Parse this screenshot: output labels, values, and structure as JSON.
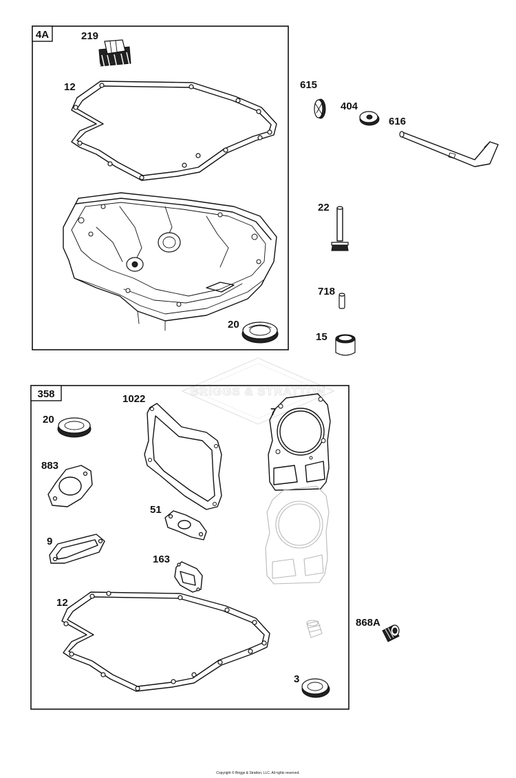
{
  "sections": [
    {
      "tag": "4A"
    },
    {
      "tag": "358"
    }
  ],
  "parts": {
    "p219": "219",
    "p12a": "12",
    "p20a": "20",
    "p615": "615",
    "p404": "404",
    "p616": "616",
    "p22": "22",
    "p718": "718",
    "p15": "15",
    "p1022": "1022",
    "p7": "7",
    "p20b": "20",
    "p883": "883",
    "p51": "51",
    "p9": "9",
    "p163": "163",
    "p12b": "12",
    "p868A": "868A",
    "p3": "3"
  },
  "watermark": "BRIGGS & STRATTON",
  "copyright": "Copyright © Briggs & Stratton, LLC. All rights reserved.",
  "colors": {
    "ink": "#111111",
    "ghost": "#b9b9b9",
    "watermark": "#dddddd"
  }
}
